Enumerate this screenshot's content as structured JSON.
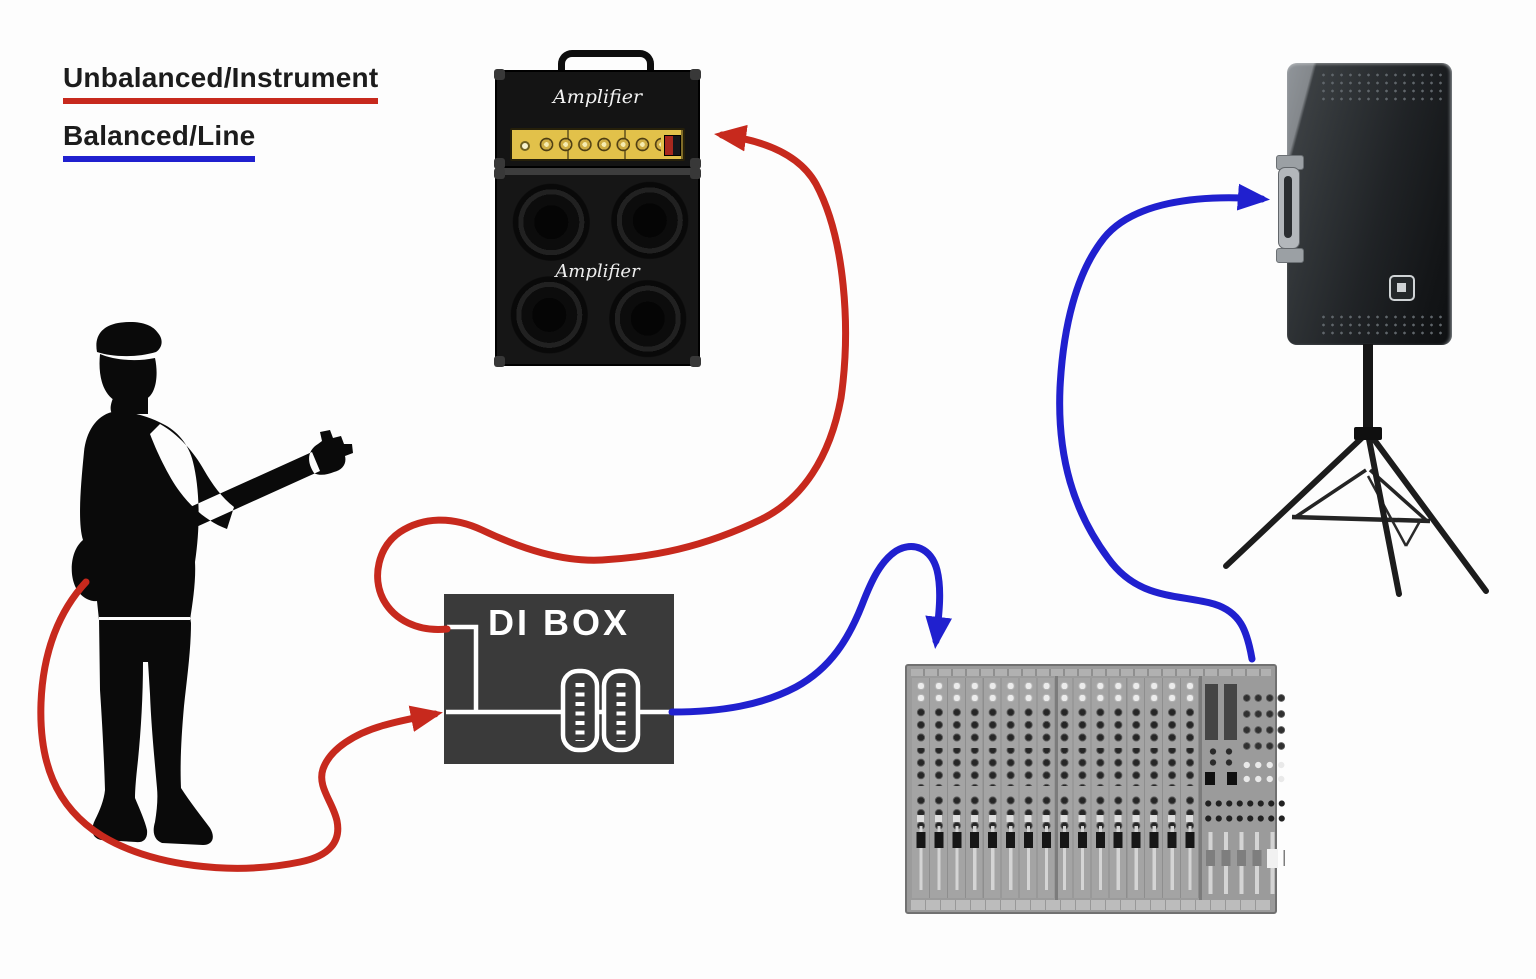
{
  "legend": {
    "items": [
      {
        "label": "Unbalanced/Instrument",
        "color": "#c7291d"
      },
      {
        "label": "Balanced/Line",
        "color": "#2020cf"
      }
    ]
  },
  "devices": {
    "amplifier_head": {
      "label": "Amplifier"
    },
    "amplifier_cabinet": {
      "label": "Amplifier"
    },
    "di_box": {
      "label": "DI BOX"
    },
    "mixer": {
      "name": "mixing-console"
    },
    "pa_speaker": {
      "name": "pa-speaker-on-tripod-stand"
    },
    "guitarist": {
      "name": "guitarist-silhouette"
    }
  },
  "cables": {
    "red": "#c7291d",
    "blue": "#2020cf",
    "connections": [
      {
        "from": "guitar",
        "to": "di-box",
        "type": "unbalanced-instrument",
        "color": "#c7291d"
      },
      {
        "from": "di-box",
        "to": "amplifier",
        "type": "unbalanced-instrument",
        "color": "#c7291d"
      },
      {
        "from": "di-box",
        "to": "mixer",
        "type": "balanced-line",
        "color": "#2020cf"
      },
      {
        "from": "mixer",
        "to": "pa-speaker",
        "type": "balanced-line",
        "color": "#2020cf"
      }
    ]
  }
}
